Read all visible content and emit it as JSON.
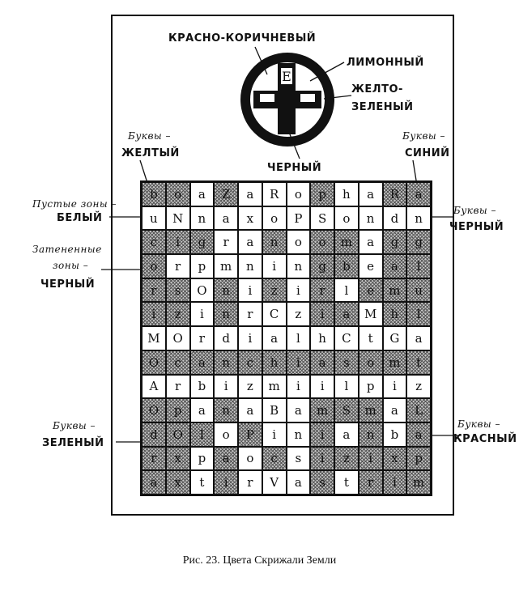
{
  "labels": {
    "top_brown": "КРАСНО-КОРИЧНЕВЫЙ",
    "lemon": "ЛИМОННЫЙ",
    "yellow_green_1": "ЖЕЛТО-",
    "yellow_green_2": "ЗЕЛЕНЫЙ",
    "black_center": "ЧЕРНЫЙ",
    "letters_yellow_1": "Буквы –",
    "letters_yellow_2": "ЖЕЛТЫЙ",
    "letters_blue_1": "Буквы –",
    "letters_blue_2": "СИНИЙ",
    "empty_zones_1": "Пустые зоны –",
    "empty_zones_2": "БЕЛЫЙ",
    "letters_black_1": "Буквы –",
    "letters_black_2": "ЧЕРНЫЙ",
    "shaded_1": "Затененные",
    "shaded_2": "зоны –",
    "shaded_3": "ЧЕРНЫЙ",
    "letters_green_1": "Буквы –",
    "letters_green_2": "ЗЕЛЕНЫЙ",
    "letters_red_1": "Буквы –",
    "letters_red_2": "КРАСНЫЙ"
  },
  "caption": "Рис. 23. Цвета Скрижали Земли",
  "grid": [
    [
      "b",
      "o",
      "a",
      "Z",
      "a",
      "R",
      "o",
      "p",
      "h",
      "a",
      "R",
      "a"
    ],
    [
      "u",
      "N",
      "n",
      "a",
      "x",
      "o",
      "P",
      "S",
      "o",
      "n",
      "d",
      "n"
    ],
    [
      "c",
      "i",
      "g",
      "r",
      "a",
      "n",
      "o",
      "o",
      "m",
      "a",
      "g",
      "g"
    ],
    [
      "o",
      "r",
      "p",
      "m",
      "n",
      "i",
      "n",
      "g",
      "b",
      "e",
      "a",
      "l"
    ],
    [
      "r",
      "s",
      "O",
      "n",
      "i",
      "z",
      "i",
      "r",
      "l",
      "e",
      "m",
      "u"
    ],
    [
      "i",
      "z",
      "i",
      "n",
      "r",
      "C",
      "z",
      "i",
      "a",
      "M",
      "h",
      "l"
    ],
    [
      "M",
      "O",
      "r",
      "d",
      "i",
      "a",
      "l",
      "h",
      "C",
      "t",
      "G",
      "a"
    ],
    [
      "O",
      "c",
      "a",
      "n",
      "c",
      "h",
      "i",
      "a",
      "s",
      "o",
      "m",
      "t"
    ],
    [
      "A",
      "r",
      "b",
      "i",
      "z",
      "m",
      "i",
      "i",
      "l",
      "p",
      "i",
      "z"
    ],
    [
      "O",
      "p",
      "a",
      "n",
      "a",
      "B",
      "a",
      "m",
      "S",
      "m",
      "a",
      "L"
    ],
    [
      "d",
      "O",
      "l",
      "o",
      "P",
      "i",
      "n",
      "i",
      "a",
      "n",
      "b",
      "a"
    ],
    [
      "r",
      "x",
      "p",
      "a",
      "o",
      "c",
      "s",
      "i",
      "z",
      "i",
      "x",
      "p"
    ],
    [
      "a",
      "x",
      "t",
      "i",
      "r",
      "V",
      "a",
      "s",
      "t",
      "r",
      "i",
      "m"
    ]
  ],
  "shaded": [
    [
      1,
      1,
      0,
      1,
      0,
      0,
      0,
      1,
      0,
      0,
      1,
      1
    ],
    [
      0,
      0,
      0,
      0,
      0,
      0,
      0,
      0,
      0,
      0,
      0,
      0
    ],
    [
      1,
      1,
      1,
      0,
      0,
      1,
      0,
      1,
      1,
      0,
      1,
      1
    ],
    [
      1,
      0,
      0,
      0,
      0,
      0,
      0,
      1,
      1,
      0,
      1,
      1
    ],
    [
      1,
      1,
      0,
      1,
      0,
      1,
      0,
      1,
      0,
      1,
      1,
      1
    ],
    [
      1,
      1,
      0,
      1,
      0,
      0,
      0,
      1,
      1,
      0,
      1,
      1
    ],
    [
      0,
      0,
      0,
      0,
      0,
      0,
      0,
      0,
      0,
      0,
      0,
      0
    ],
    [
      1,
      1,
      1,
      1,
      1,
      1,
      1,
      1,
      1,
      1,
      1,
      1
    ],
    [
      0,
      0,
      0,
      0,
      0,
      0,
      0,
      0,
      0,
      0,
      0,
      0
    ],
    [
      1,
      1,
      0,
      1,
      0,
      0,
      0,
      1,
      1,
      1,
      0,
      1
    ],
    [
      1,
      1,
      1,
      0,
      1,
      0,
      0,
      1,
      0,
      1,
      0,
      1
    ],
    [
      1,
      1,
      0,
      1,
      0,
      1,
      0,
      1,
      1,
      1,
      1,
      1
    ],
    [
      1,
      1,
      0,
      1,
      0,
      0,
      0,
      1,
      0,
      1,
      1,
      1
    ]
  ]
}
